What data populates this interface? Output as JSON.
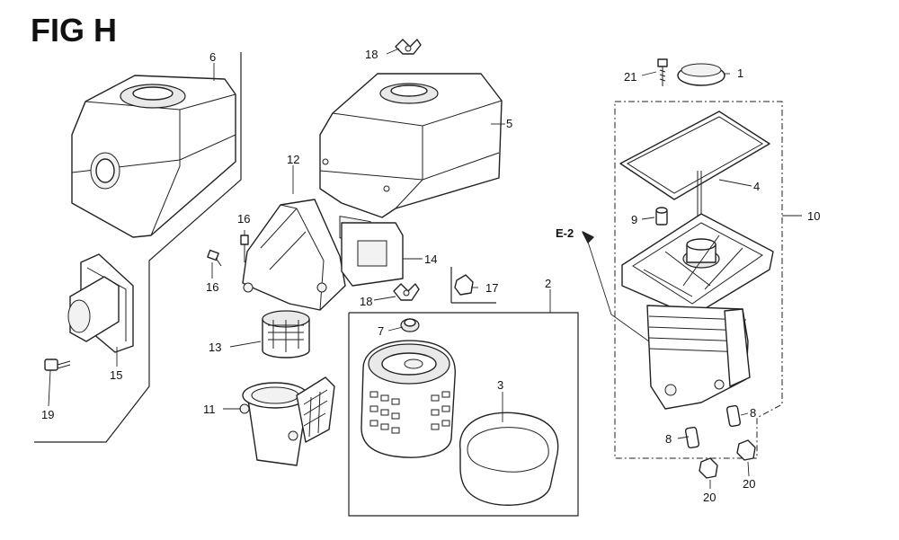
{
  "figure_title": "FIG H",
  "reference_label": "E-2",
  "callouts": {
    "c1": "1",
    "c2": "2",
    "c3": "3",
    "c4": "4",
    "c5": "5",
    "c6": "6",
    "c7": "7",
    "c8a": "8",
    "c8b": "8",
    "c9": "9",
    "c10": "10",
    "c11": "11",
    "c12": "12",
    "c13": "13",
    "c14": "14",
    "c15": "15",
    "c16a": "16",
    "c16b": "16",
    "c17": "17",
    "c18a": "18",
    "c18b": "18",
    "c19": "19",
    "c20a": "20",
    "c20b": "20",
    "c21": "21"
  }
}
